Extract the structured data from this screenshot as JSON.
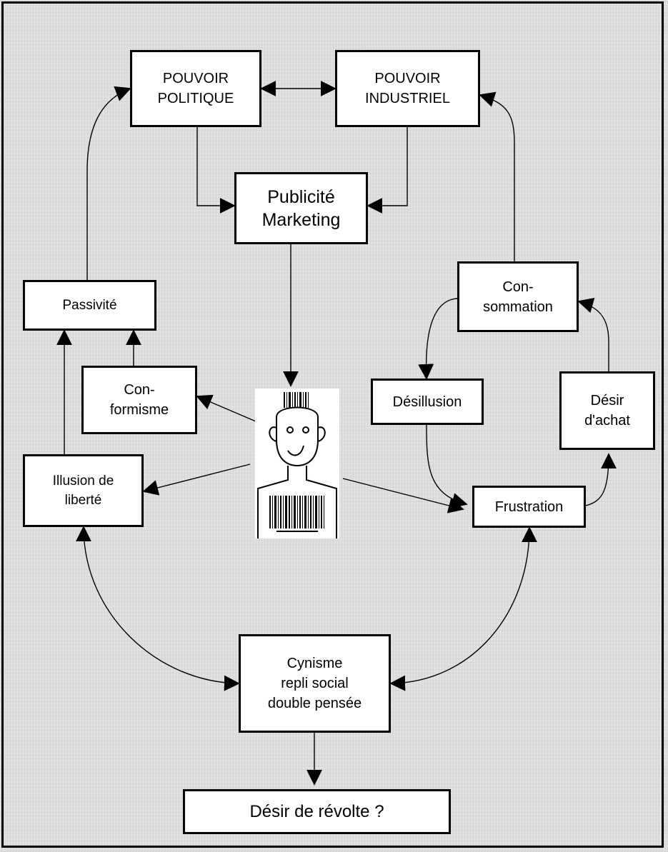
{
  "nodes": {
    "pouvoir_politique": "POUVOIR\nPOLITIQUE",
    "pouvoir_industriel": "POUVOIR\nINDUSTRIEL",
    "publicite_marketing": "Publicité\nMarketing",
    "passivite": "Passivité",
    "conformisme": "Con-\nformisme",
    "illusion_liberte": "Illusion de\nliberté",
    "consommation": "Con-\nsommation",
    "desillusion": "Désillusion",
    "desir_achat": "Désir\nd'achat",
    "frustration": "Frustration",
    "cynisme": "Cynisme\nrepli social\ndouble pensée",
    "desir_revolte": "Désir de révolte ?"
  },
  "colors": {
    "background": "#dcdcdc",
    "stroke": "#000000",
    "box": "#ffffff"
  },
  "icons": {
    "consumer": "barcode-person-icon"
  }
}
